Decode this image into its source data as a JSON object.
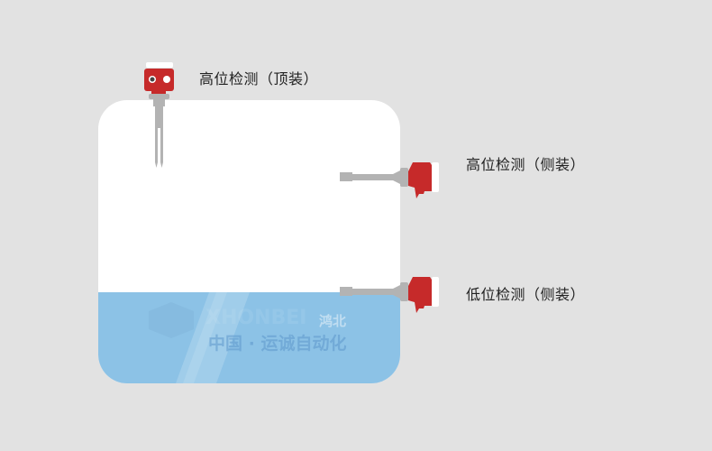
{
  "labels": {
    "top_high": "高位检测（顶装）",
    "side_high": "高位检测（侧装）",
    "side_low": "低位检测（侧装）"
  },
  "watermark": {
    "brand_latin": "XHONBEI",
    "brand_cn": "鸿北",
    "slogan": "中国 · 运诚自动化"
  },
  "colors": {
    "background": "#e2e2e2",
    "tank": "#ffffff",
    "liquid": "#8cc2e6",
    "sensor_head": "#c62a2a",
    "probe": "#b3b3b3"
  }
}
